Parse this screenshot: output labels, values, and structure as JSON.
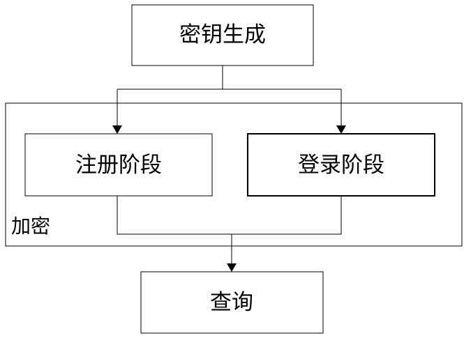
{
  "nodes": {
    "key_generation": "密钥生成",
    "registration_phase": "注册阶段",
    "login_phase": "登录阶段",
    "query": "查询"
  },
  "group": {
    "encryption_label": "加密"
  },
  "colors": {
    "stroke": "#000000",
    "background": "#ffffff",
    "text": "#000000"
  }
}
